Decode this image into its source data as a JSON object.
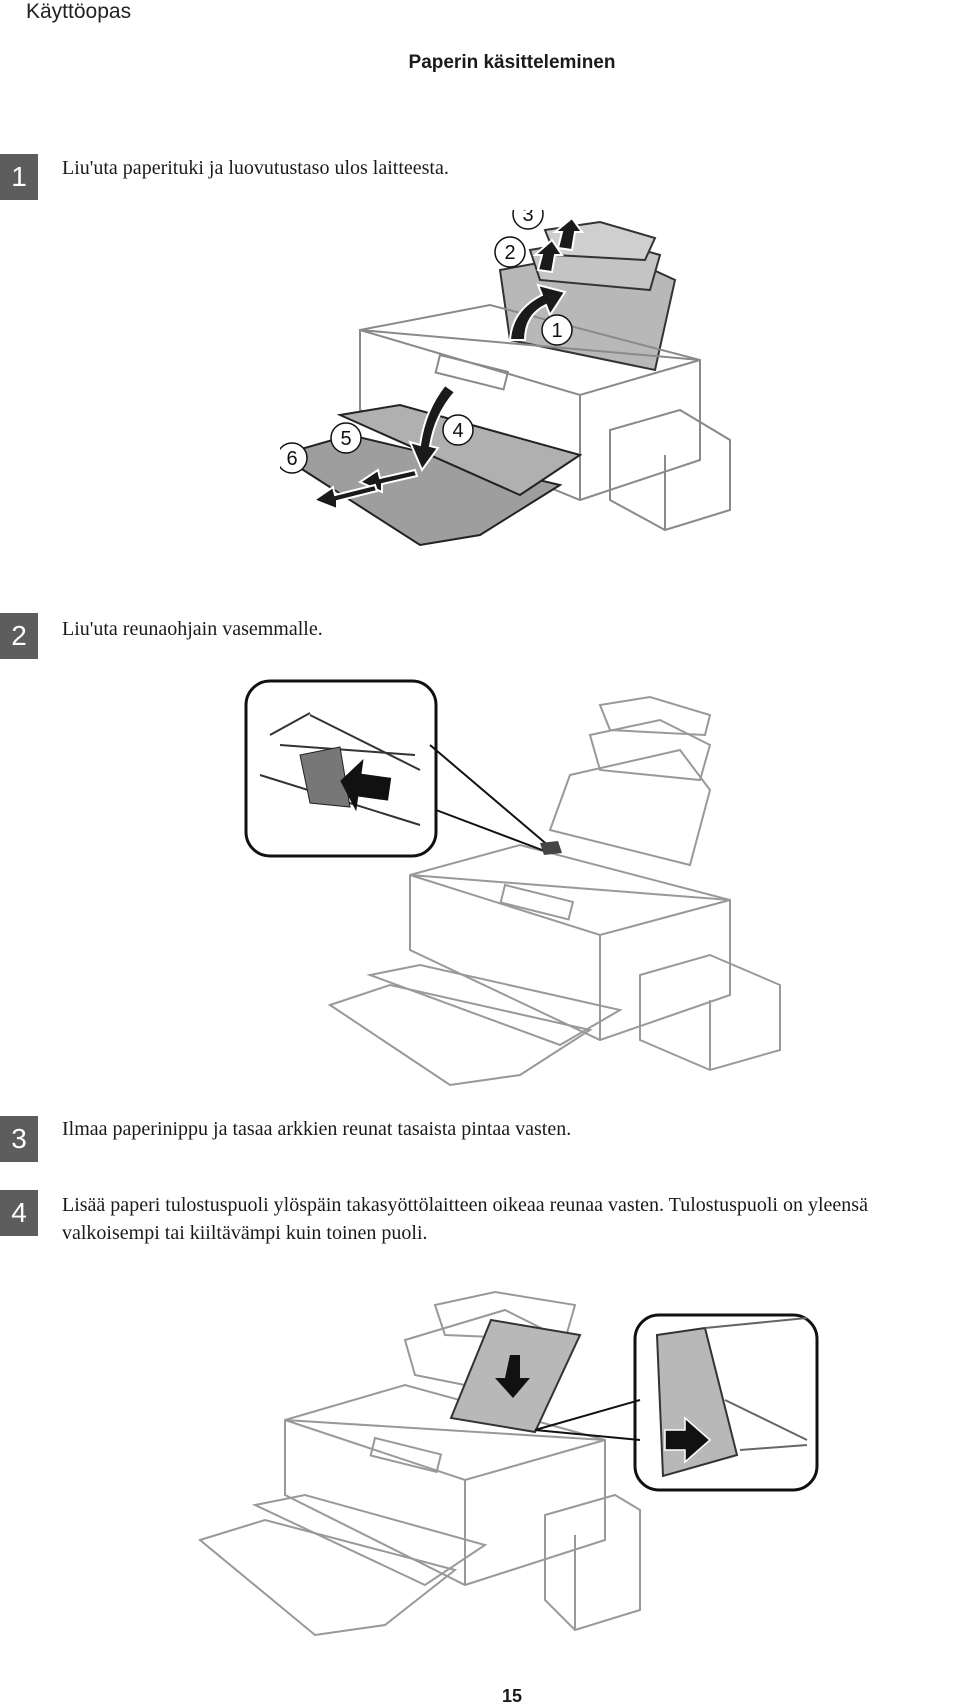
{
  "header": {
    "manual_title": "Käyttöopas",
    "section_title": "Paperin käsitteleminen"
  },
  "steps": [
    {
      "badge": "1",
      "text": "Liu'uta paperituki ja luovutustaso ulos laitteesta."
    },
    {
      "badge": "2",
      "text": "Liu'uta reunaohjain vasemmalle."
    },
    {
      "badge": "3",
      "text": "Ilmaa paperinippu ja tasaa arkkien reunat tasaista pintaa vasten."
    },
    {
      "badge": "4",
      "text": "Lisää paperi tulostuspuoli ylöspäin takasyöttölaitteen oikeaa reunaa vasten. Tulostuspuoli on yleensä valkoisempi tai kiiltävämpi kuin toinen puoli."
    }
  ],
  "figure1": {
    "callouts": [
      "3",
      "2",
      "1",
      "4",
      "5",
      "6"
    ]
  },
  "footer": {
    "page_number": "15"
  },
  "colors": {
    "badge": "#5d5d5d",
    "printer_line": "#9a9a9a",
    "paper_fill": "#b8b8b8",
    "arrow": "#1a1a1a"
  }
}
